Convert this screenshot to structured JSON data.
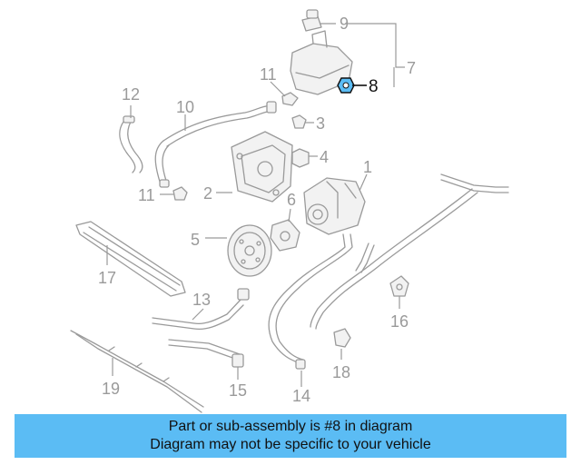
{
  "diagram": {
    "callouts": [
      "1",
      "2",
      "3",
      "4",
      "5",
      "6",
      "7",
      "8",
      "9",
      "10",
      "11",
      "11",
      "12",
      "13",
      "14",
      "15",
      "16",
      "17",
      "18",
      "19"
    ],
    "highlighted_callout": "8",
    "highlight_color": "#5bbcf4",
    "line_color": "#9a9a9a"
  },
  "caption": {
    "line1": "Part or sub-assembly is #8 in diagram",
    "line2": "Diagram may not be specific to your vehicle",
    "background": "#5bbcf4"
  }
}
